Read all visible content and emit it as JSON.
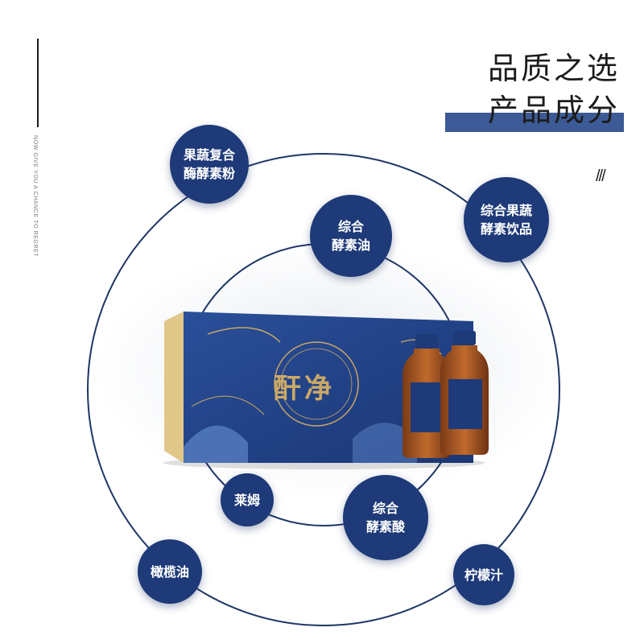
{
  "header": {
    "line1": "品质之选",
    "line2": "产品成分",
    "side_text": "NOW GIVE YOU A CHANCE TO REGRET",
    "slashes": "///"
  },
  "ingredients": [
    "果蔬复合\n酶酵素粉",
    "综合果蔬\n酵素饮品",
    "综合\n酵素油",
    "莱姆",
    "综合\n酵素酸",
    "橄榄油",
    "柠檬汁"
  ],
  "product": {
    "brand_text": "酐净"
  },
  "colors": {
    "navy": "#1e3a78",
    "ring": "#1f3566",
    "accent_bar": "#3c5a95",
    "gold": "#caa866"
  }
}
